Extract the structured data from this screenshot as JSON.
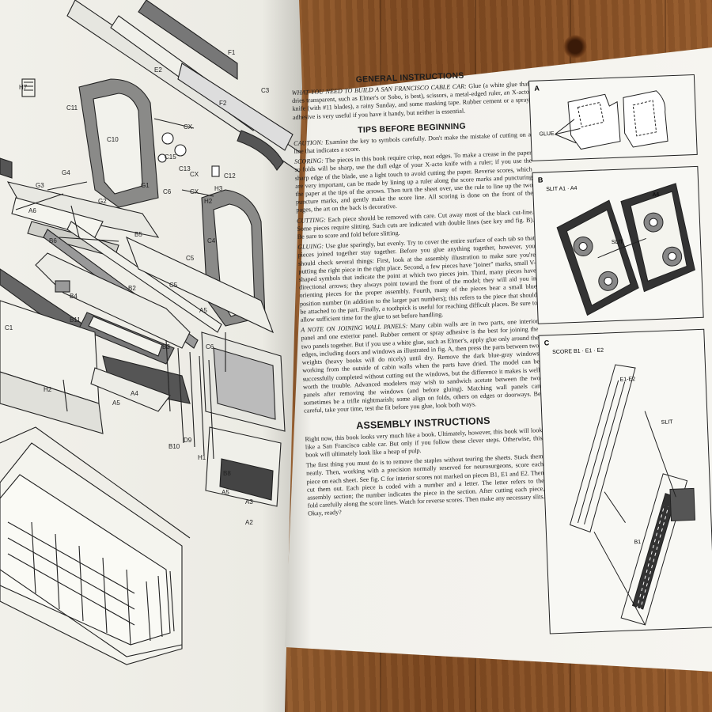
{
  "book": {
    "general_heading": "GENERAL INSTRUCTIONS",
    "general_text_lead": "WHAT YOU NEED TO BUILD A SAN FRANCISCO CABLE CAR:",
    "general_text": "Glue (a white glue that dries transparent, such as Elmer's or Sobo, is best), scissors, a metal-edged ruler, an X-acto knife (with #11 blades), a rainy Sunday, and some masking tape. Rubber cement or a spray adhesive is very useful if you have it handy, but neither is essential.",
    "tips_heading": "TIPS BEFORE BEGINNING",
    "caution_lead": "CAUTION:",
    "caution_text": "Examine the key to symbols carefully. Don't make the mistake of cutting on a line that indicates a score.",
    "scoring_lead": "SCORING:",
    "scoring_text": "The pieces in this book require crisp, neat edges. To make a crease in the paper so folds will be sharp, use the dull edge of your X-acto knife with a ruler; if you use the sharp edge of the blade, use a light touch to avoid cutting the paper. Reverse scores, which are very important, can be made by lining up a ruler along the score marks and puncturing the paper at the tips of the arrows. Then turn the sheet over, use the rule to line up the two puncture marks, and gently make the score line. All scoring is done on the front of the pages, the art on the back is decorative.",
    "cutting_lead": "CUTTING:",
    "cutting_text": "Each piece should be removed with care. Cut away most of the black cut-line. Some pieces require slitting. Such cuts are indicated with double lines (see key and fig. B). Be sure to score and fold before slitting.",
    "gluing_lead": "GLUING:",
    "gluing_text": "Use glue sparingly, but evenly. Try to cover the entire surface of each tab so that pieces joined together stay together. Before you glue anything together, however, you should check several things: First, look at the assembly illustration to make sure you're putting the right piece in the right place. Second, a few pieces have \"joiner\" marks, small V-shaped symbols that indicate the point at which two pieces join. Third, many pieces have directional arrows; they always point toward the front of the model; they will aid you in orienting pieces for the proper assembly. Fourth, many of the pieces bear a small blue position number (in addition to the larger part numbers); this refers to the piece that should be attached to the part. Finally, a toothpick is useful for reaching difficult places. Be sure to allow sufficient time for the glue to set before handling.",
    "walls_lead": "A NOTE ON JOINING WALL PANELS:",
    "walls_text": "Many cabin walls are in two parts, one interior panel and one exterior panel. Rubber cement or spray adhesive is the best for joining the two panels together. But if you use a white glue, such as Elmer's, apply glue only around the edges, including doors and windows as illustrated in fig. A, then press the parts between two weights (heavy books will do nicely) until dry. Remove the dark blue-gray windows working from the outside of cabin walls when the parts have dried. The model can be successfully completed without cutting out the windows, but the difference it makes is well worth the trouble. Advanced modelers may wish to sandwich acetate between the two panels after removing the windows (and before gluing). Matching wall panels can sometimes be a trifle nightmarish; some align on folds, others on edges or doorways. Be careful, take your time, test the fit before you glue, look both ways.",
    "assembly_heading": "ASSEMBLY INSTRUCTIONS",
    "assembly_p1": "Right now, this book looks very much like a book. Ultimately, however, this book will look like a San Francisco cable car. But only if you follow these clever steps. Otherwise, this book will ultimately look like a heap of pulp.",
    "assembly_p2": "The first thing you must do is to remove the staples without tearing the sheets. Stack them neatly. Then, working with a precision normally reserved for neurosurgeons, score each piece on each sheet. See fig. C for interior scores not marked on pieces B1, E1 and E2. Then cut them out. Each piece is coded with a number and a letter. The letter refers to the assembly section; the number indicates the piece in the section. After cutting each piece, fold carefully along the score lines. Watch for reverse scores. Then make any necessary slits. Okay, ready?"
  },
  "figures": {
    "a_letter": "A",
    "a_glue": "GLUE",
    "b_letter": "B",
    "b_caption": "SLIT  A1 · A4",
    "b_a4": "A4",
    "b_slit": "SLIT",
    "c_letter": "C",
    "c_caption": "SCORE  B1 · E1 · E2",
    "c_e1e2": "E1-E2",
    "c_slit": "SLIT",
    "c_b1": "B1"
  },
  "parts": [
    "F1",
    "E2",
    "H7",
    "C11",
    "F2",
    "C3",
    "CX",
    "C10",
    "C15",
    "C13",
    "CX",
    "H3",
    "C12",
    "G4",
    "G3",
    "G1",
    "C6",
    "CX",
    "H2",
    "G2",
    "A6",
    "B6",
    "B5",
    "C5",
    "C4",
    "B2",
    "C5",
    "B4",
    "C1",
    "B11",
    "B3",
    "C6",
    "A5",
    "H2",
    "A5",
    "A4",
    "D9",
    "B10",
    "H1",
    "B8",
    "A5",
    "A3",
    "A2"
  ],
  "colors": {
    "paper": "#f4f3ee",
    "wood": "#8a5429",
    "ink": "#1c1c1c",
    "shade": "#555555"
  }
}
